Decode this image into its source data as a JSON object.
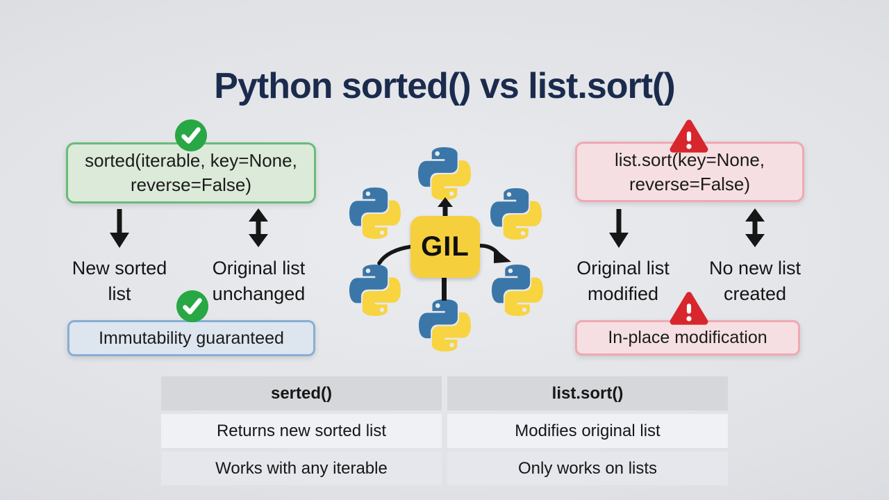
{
  "title": "Python sorted() vs list.sort()",
  "sorted_side": {
    "signature_line1": "sorted(iterable, key=None,",
    "signature_line2": "reverse=False)",
    "outcome_new_list": "New sorted list",
    "outcome_original": "Original list unchanged",
    "banner": "Immutability guaranteed"
  },
  "sort_side": {
    "signature_line1": "list.sort(key=None,",
    "signature_line2": "reverse=False)",
    "outcome_original": "Original list modified",
    "outcome_no_new": "No new list created",
    "banner": "In-place modification"
  },
  "center": {
    "gil_label": "GIL"
  },
  "comparison_table": {
    "headers": [
      "serted()",
      "list.sort()"
    ],
    "rows": [
      [
        "Returns new sorted list",
        "Modifies original list"
      ],
      [
        "Works with any iterable",
        "Only works on lists"
      ]
    ]
  },
  "colors": {
    "title": "#1b2b4d",
    "check_green": "#28a745",
    "warning_red": "#d7262c",
    "gil_yellow": "#f6cf3d",
    "python_blue": "#3b76a8",
    "python_yellow": "#f7d440",
    "green_box_border": "#6abb79",
    "blue_box_border": "#86aed5",
    "red_box_border": "#efa9b1",
    "arrow_black": "#161616"
  }
}
